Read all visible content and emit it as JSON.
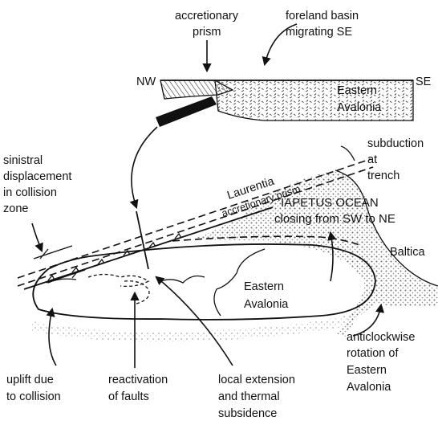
{
  "labels": {
    "accretionary_prism_l1": "accretionary",
    "accretionary_prism_l2": "prism",
    "foreland_l1": "foreland basin",
    "foreland_l2": "migrating SE",
    "nw": "NW",
    "se": "SE",
    "eastern_avalonia_section_l1": "Eastern",
    "eastern_avalonia_section_l2": "Avalonia",
    "sinistral_l1": "sinistral",
    "sinistral_l2": "displacement",
    "sinistral_l3": "in collision",
    "sinistral_l4": "zone",
    "subduction_l1": "subduction",
    "subduction_l2": "at",
    "subduction_l3": "trench",
    "laurentia": "Laurentia",
    "accretionary_prism_map": "accretionary prism",
    "iapetus_l1": "IAPETUS OCEAN",
    "iapetus_l2": "closing from SW to NE",
    "baltica": "Baltica",
    "eastern_avalonia_map_l1": "Eastern",
    "eastern_avalonia_map_l2": "Avalonia",
    "uplift_l1": "uplift due",
    "uplift_l2": "to collision",
    "reactivation_l1": "reactivation",
    "reactivation_l2": "of faults",
    "extension_l1": "local extension",
    "extension_l2": "and thermal",
    "extension_l3": "subsidence",
    "rotation_l1": "anticlockwise",
    "rotation_l2": "rotation of",
    "rotation_l3": "Eastern",
    "rotation_l4": "Avalonia"
  },
  "colors": {
    "ink": "#111111",
    "ocean_stipple": "#8a8a8a",
    "shelf_stipple": "#b5b5b5"
  }
}
